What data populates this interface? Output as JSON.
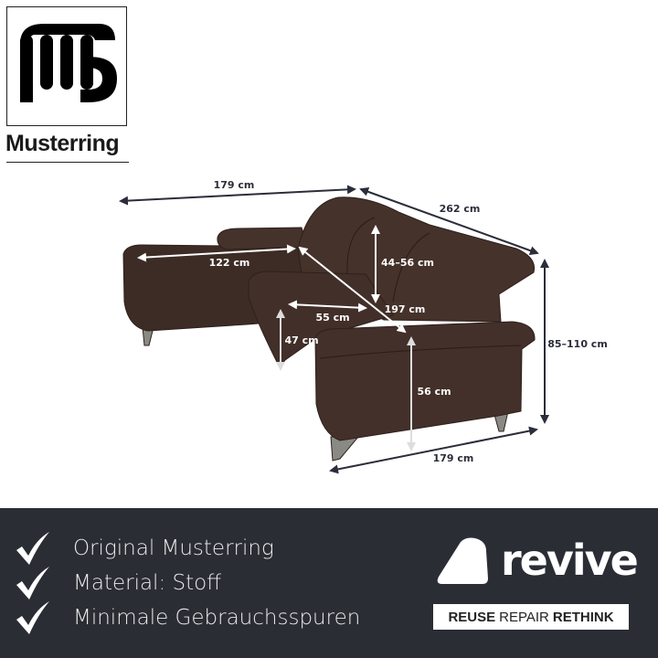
{
  "brand": {
    "name": "Musterring"
  },
  "dimensions": {
    "back_width": "179 cm",
    "depth_diagonal": "262 cm",
    "chaise_length": "122 cm",
    "backrest_height": "44–56 cm",
    "diagonal": "197 cm",
    "seat_depth": "55 cm",
    "seat_height": "47 cm",
    "armrest_height": "56 cm",
    "total_height": "85–110 cm",
    "front_width": "179 cm"
  },
  "features": [
    "Original Musterring",
    "Material: Stoff",
    "Minimale Gebrauchsspuren"
  ],
  "revive": {
    "name": "revive",
    "tag_reuse": "REUSE",
    "tag_repair": "REPAIR",
    "tag_rethink": "RETHINK"
  },
  "colors": {
    "banner": "#2a2d34",
    "sofa": "#3d2c26",
    "dim_line": "#2b2d3a"
  }
}
